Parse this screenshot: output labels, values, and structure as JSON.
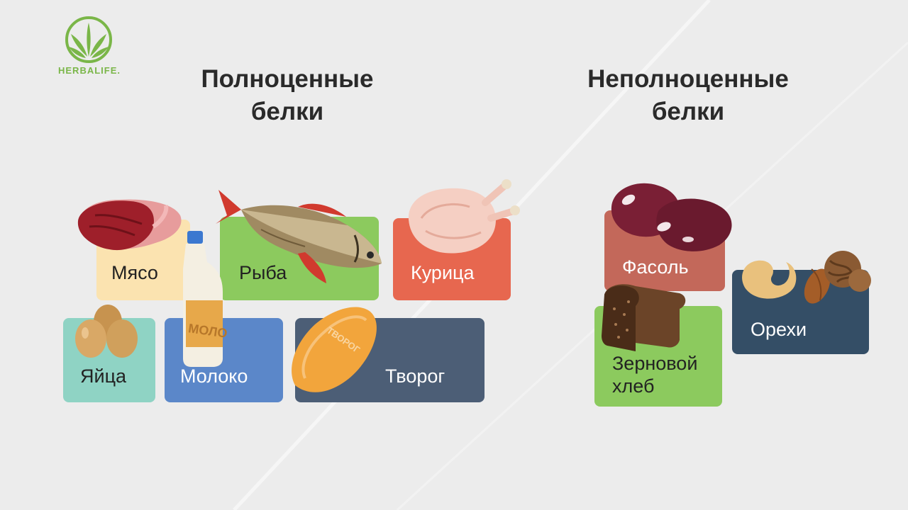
{
  "brand": {
    "logo_text": "HERBALIFE."
  },
  "complete_proteins": {
    "heading_line1": "Полноценные",
    "heading_line2": "белки",
    "foods": {
      "meat": "Мясо",
      "fish": "Рыба",
      "chicken": "Курица",
      "eggs": "Яйца",
      "milk": "Молоко",
      "cottage_cheese": "Творог"
    },
    "milk_bottle_text": "МОЛО",
    "cheese_wrapper_text": "ТВОРОГ"
  },
  "incomplete_proteins": {
    "heading_line1": "Неполноценные",
    "heading_line2": "белки",
    "foods": {
      "beans": "Фасоль",
      "nuts": "Орехи",
      "bread_line1": "Зерновой",
      "bread_line2": "хлеб"
    }
  },
  "colors": {
    "meat_tile": "#fbe3b0",
    "fish_tile": "#8cca5e",
    "chicken_tile": "#e7674f",
    "eggs_tile": "#8fd3c4",
    "milk_tile": "#5b87c9",
    "cheese_tile": "#4c5e76",
    "beans_tile": "#c3685a",
    "bread_tile": "#8cca5e",
    "nuts_tile": "#344e66",
    "brand_green": "#7ab648"
  }
}
